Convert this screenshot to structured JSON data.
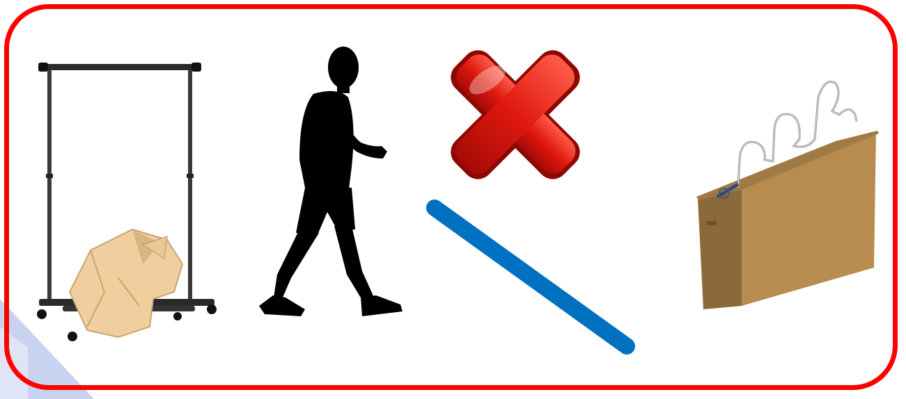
{
  "scene": {
    "frame_color": "#ff0000",
    "accent_color": "#c9d3ef",
    "items": [
      {
        "icon": "clothes-rack-with-jacket"
      },
      {
        "icon": "walking-man-silhouette"
      },
      {
        "icon": "red-x-mark"
      },
      {
        "icon": "blue-slash-line"
      },
      {
        "icon": "wire-loop-game-box"
      }
    ]
  }
}
